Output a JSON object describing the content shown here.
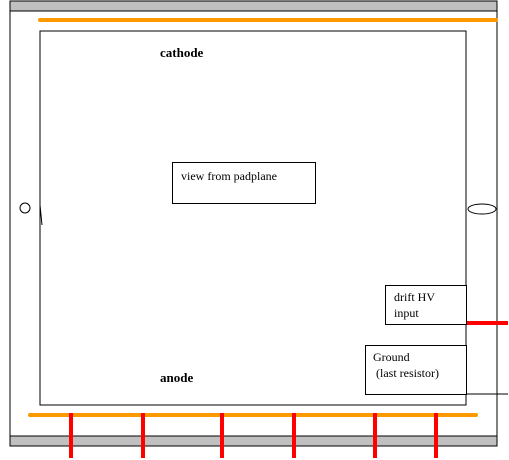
{
  "labels": {
    "cathode": "cathode",
    "anode": "anode",
    "view": "view from padplane",
    "drift_hv_line1": "drift HV",
    "drift_hv_line2": "input",
    "ground_line1": "Ground",
    "ground_line2": "(last resistor)"
  },
  "colors": {
    "orange": "#ff9900",
    "red": "#ff0000",
    "gray": "#c0c0c0"
  }
}
